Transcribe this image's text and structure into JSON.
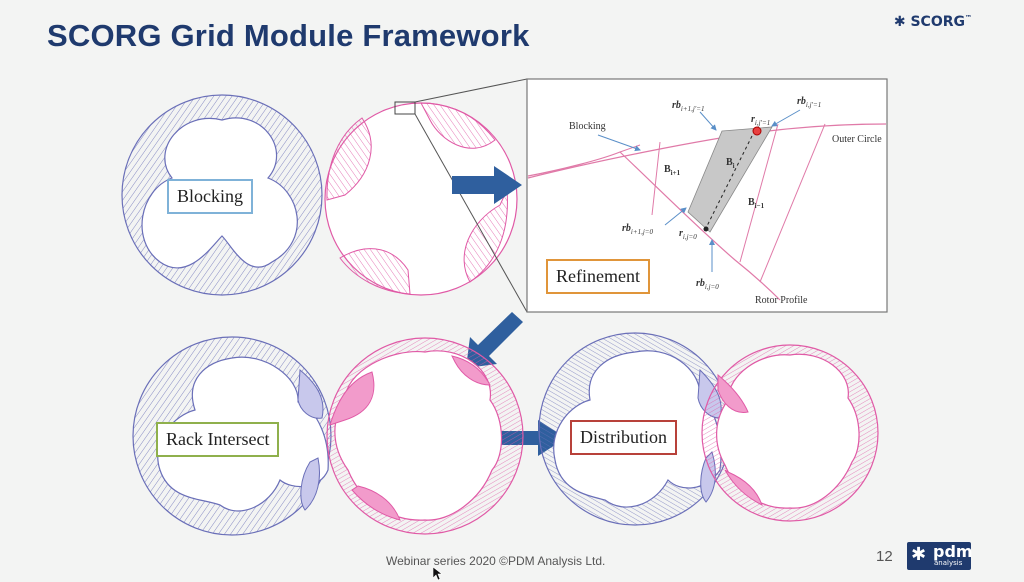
{
  "title": "SCORG Grid Module Framework",
  "brand": {
    "logo_text": "SCORG",
    "trademark": "™",
    "star_icon": "star-icon"
  },
  "labels": {
    "blocking": "Blocking",
    "refinement": "Refinement",
    "rack_intersect": "Rack Intersect",
    "distribution": "Distribution"
  },
  "inset": {
    "blocking": "Blocking",
    "outer_circle": "Outer Circle",
    "rotor_profile": "Rotor Profile",
    "b_i_plus_1": "B",
    "b_i_plus_1_sub": "i+1",
    "b_i": "B",
    "b_i_sub": "i",
    "b_i_minus_1": "B",
    "b_i_minus_1_sub": "i−1",
    "rb_top_left": "rb",
    "rb_top_left_sub": "i+1,j'=1",
    "rb_top_right": "rb",
    "rb_top_right_sub": "i,j'=1",
    "r_top": "r",
    "r_top_sub": "i,j'=1",
    "rb_mid_left": "rb",
    "rb_mid_left_sub": "i+1,j=0",
    "r_bottom": "r",
    "r_bottom_sub": "i,j=0",
    "rb_bottom": "rb",
    "rb_bottom_sub": "i,j=0"
  },
  "footer": "Webinar series 2020 ©PDM Analysis Ltd.",
  "page_number": "12",
  "pdm_logo": {
    "big": "pdm",
    "small": "analysis"
  },
  "colors": {
    "title": "#1f3a6e",
    "mesh_blue": "#6a6fb8",
    "mesh_pink": "#e05aa6",
    "arrow": "#2f5f9e"
  }
}
